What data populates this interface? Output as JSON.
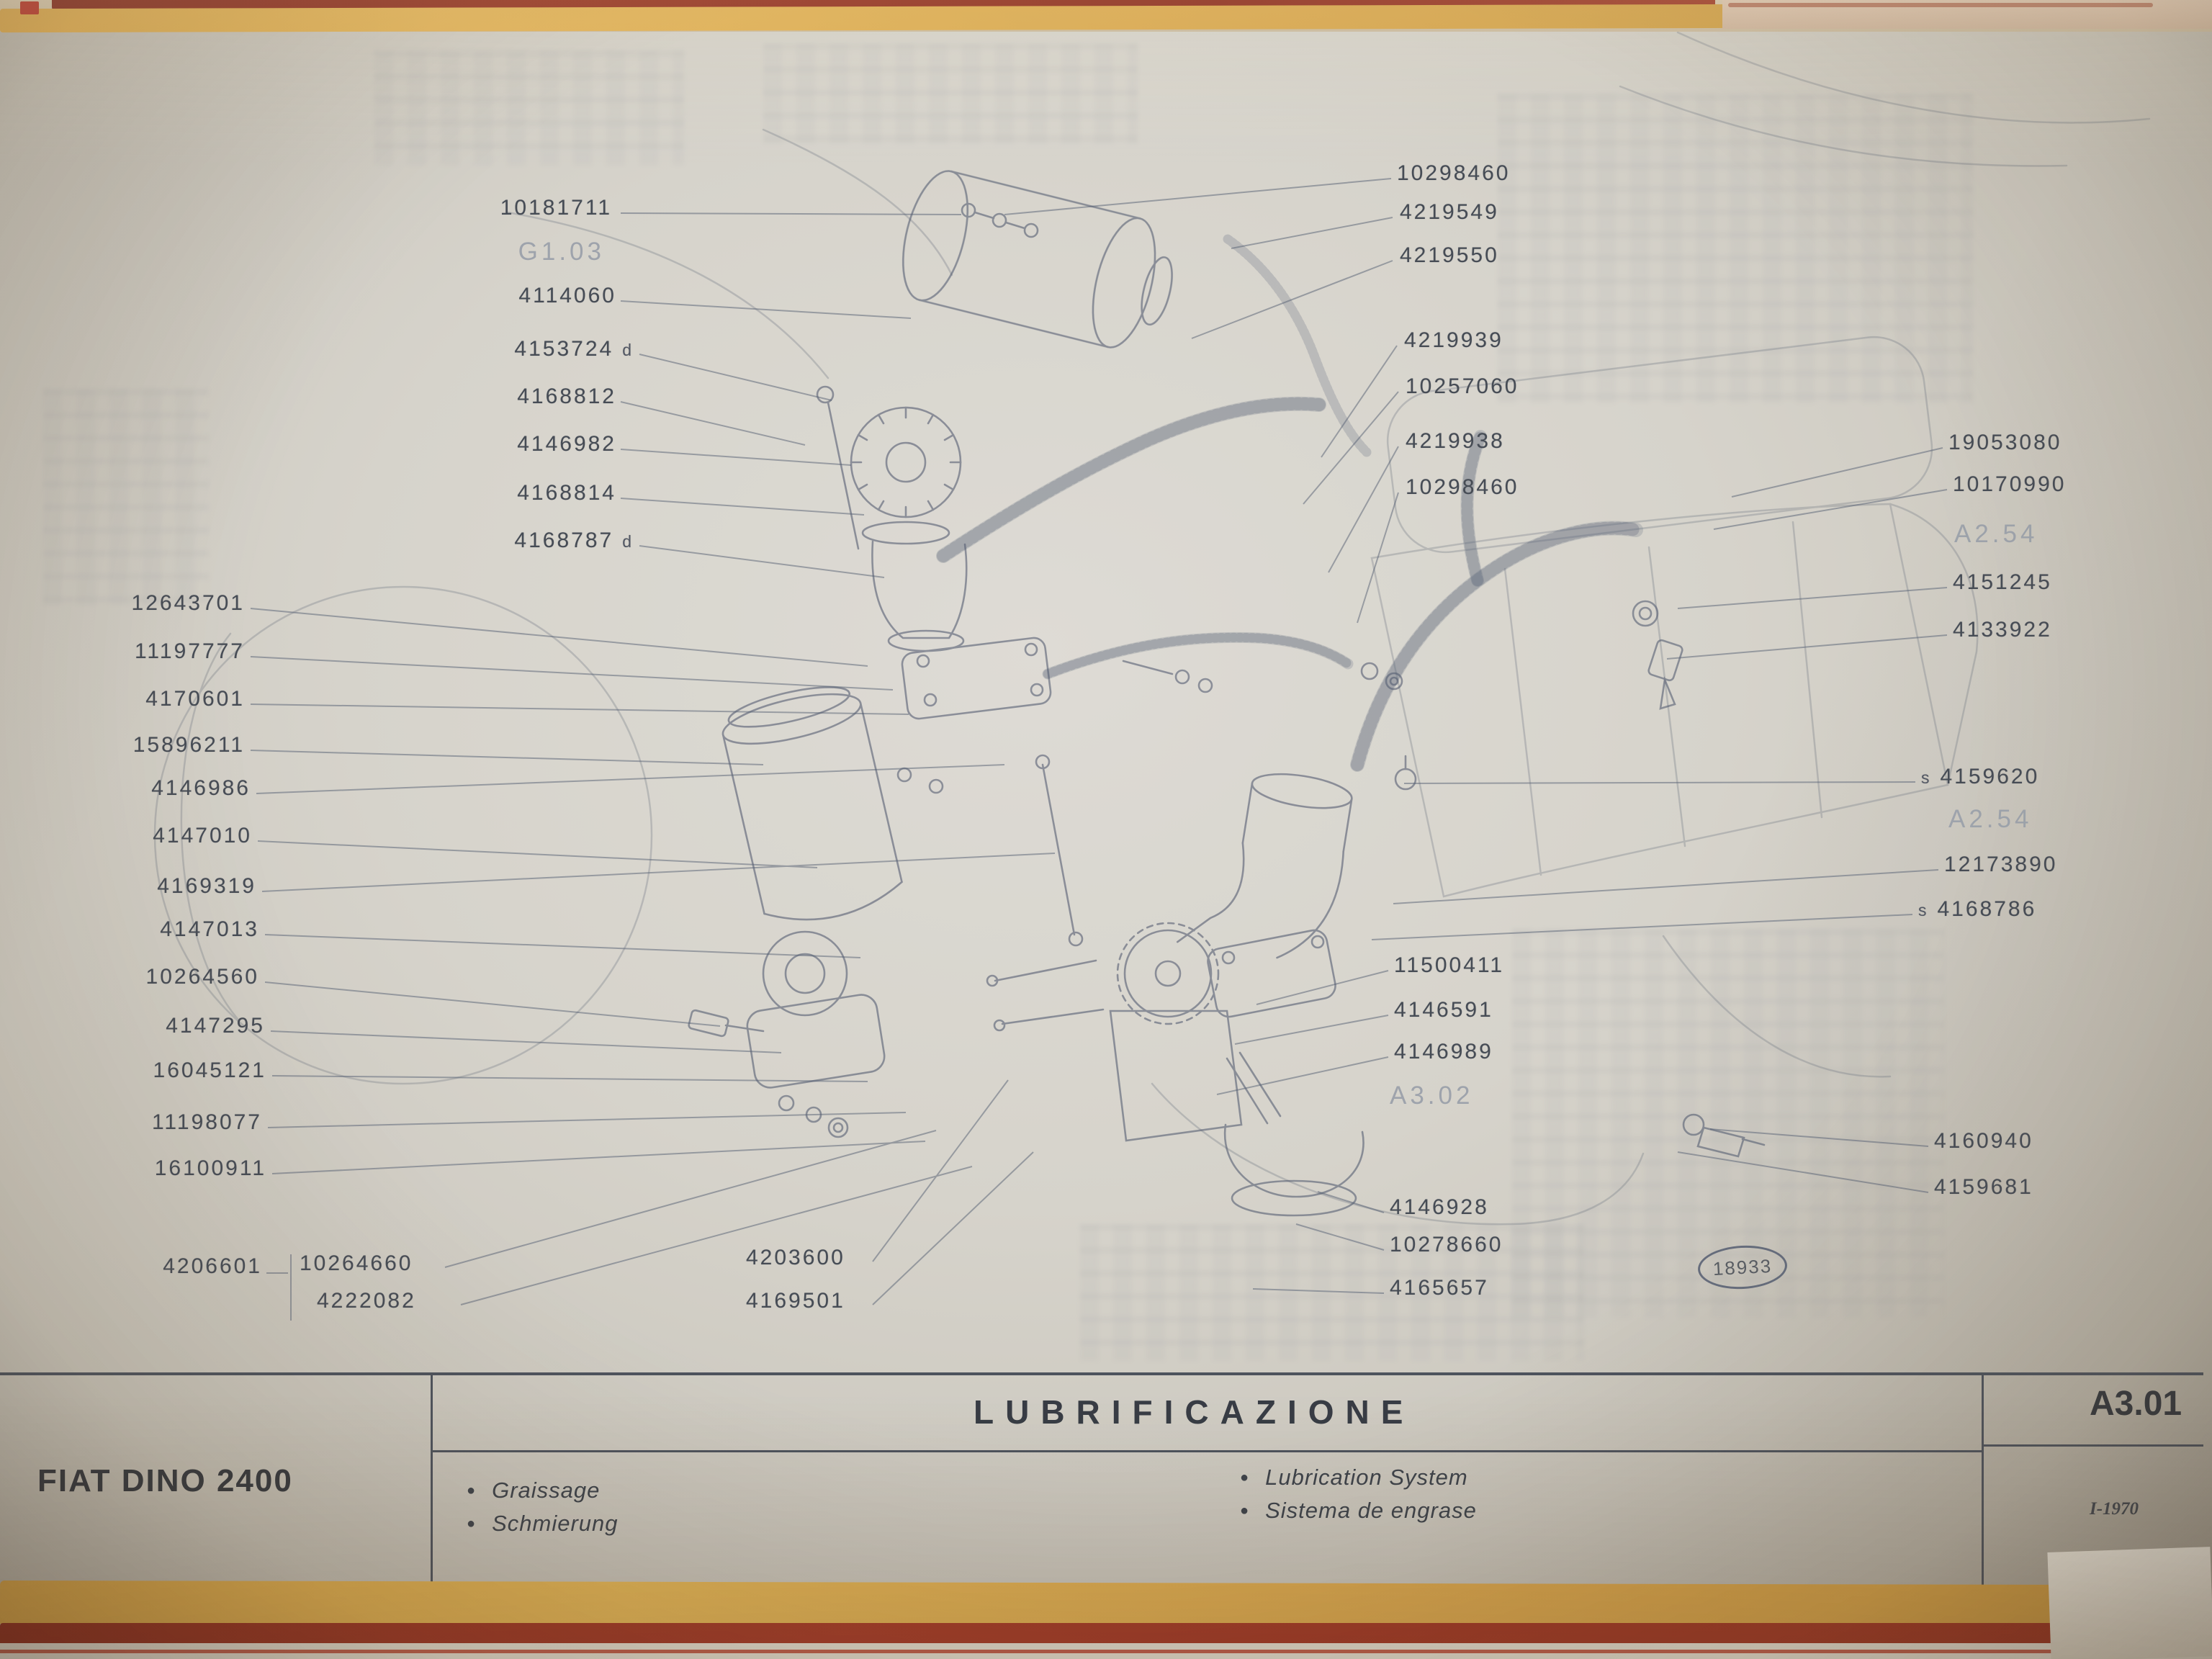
{
  "doc": {
    "title": "LUBRIFICAZIONE",
    "model": "FIAT DINO 2400",
    "sheet_code": "A3.01",
    "issue_date": "I-1970",
    "figure_number": "18933",
    "legend_left": [
      "Graissage",
      "Schmierung"
    ],
    "legend_right": [
      "Lubrication System",
      "Sistema de engrase"
    ]
  },
  "labels": [
    {
      "text": "10181711"
    },
    {
      "text": "G1.03"
    },
    {
      "text": "4114060"
    },
    {
      "text": "4153724",
      "suf": "d"
    },
    {
      "text": "4168812"
    },
    {
      "text": "4146982"
    },
    {
      "text": "4168814"
    },
    {
      "text": "4168787",
      "suf": "d"
    },
    {
      "text": "12643701"
    },
    {
      "text": "11197777"
    },
    {
      "text": "4170601"
    },
    {
      "text": "15896211"
    },
    {
      "text": "4146986"
    },
    {
      "text": "4147010"
    },
    {
      "text": "4169319"
    },
    {
      "text": "4147013"
    },
    {
      "text": "10264560"
    },
    {
      "text": "4147295"
    },
    {
      "text": "16045121"
    },
    {
      "text": "11198077"
    },
    {
      "text": "16100911"
    },
    {
      "text": "4206601"
    },
    {
      "text": "10264660"
    },
    {
      "text": "4222082"
    },
    {
      "text": "4203600"
    },
    {
      "text": "4169501"
    },
    {
      "text": "10298460"
    },
    {
      "text": "4219549"
    },
    {
      "text": "4219550"
    },
    {
      "text": "4219939"
    },
    {
      "text": "10257060"
    },
    {
      "text": "4219938"
    },
    {
      "text": "10298460"
    },
    {
      "text": "19053080"
    },
    {
      "text": "10170990"
    },
    {
      "text": "A2.54"
    },
    {
      "text": "4151245"
    },
    {
      "text": "4133922"
    },
    {
      "pre": "s",
      "text": "4159620"
    },
    {
      "text": "A2.54"
    },
    {
      "text": "12173890"
    },
    {
      "pre": "s",
      "text": "4168786"
    },
    {
      "text": "11500411"
    },
    {
      "text": "4146591"
    },
    {
      "text": "4146989"
    },
    {
      "text": "A3.02"
    },
    {
      "text": "4160940"
    },
    {
      "text": "4159681"
    },
    {
      "text": "4146928"
    },
    {
      "text": "10278660"
    },
    {
      "text": "4165657"
    }
  ]
}
